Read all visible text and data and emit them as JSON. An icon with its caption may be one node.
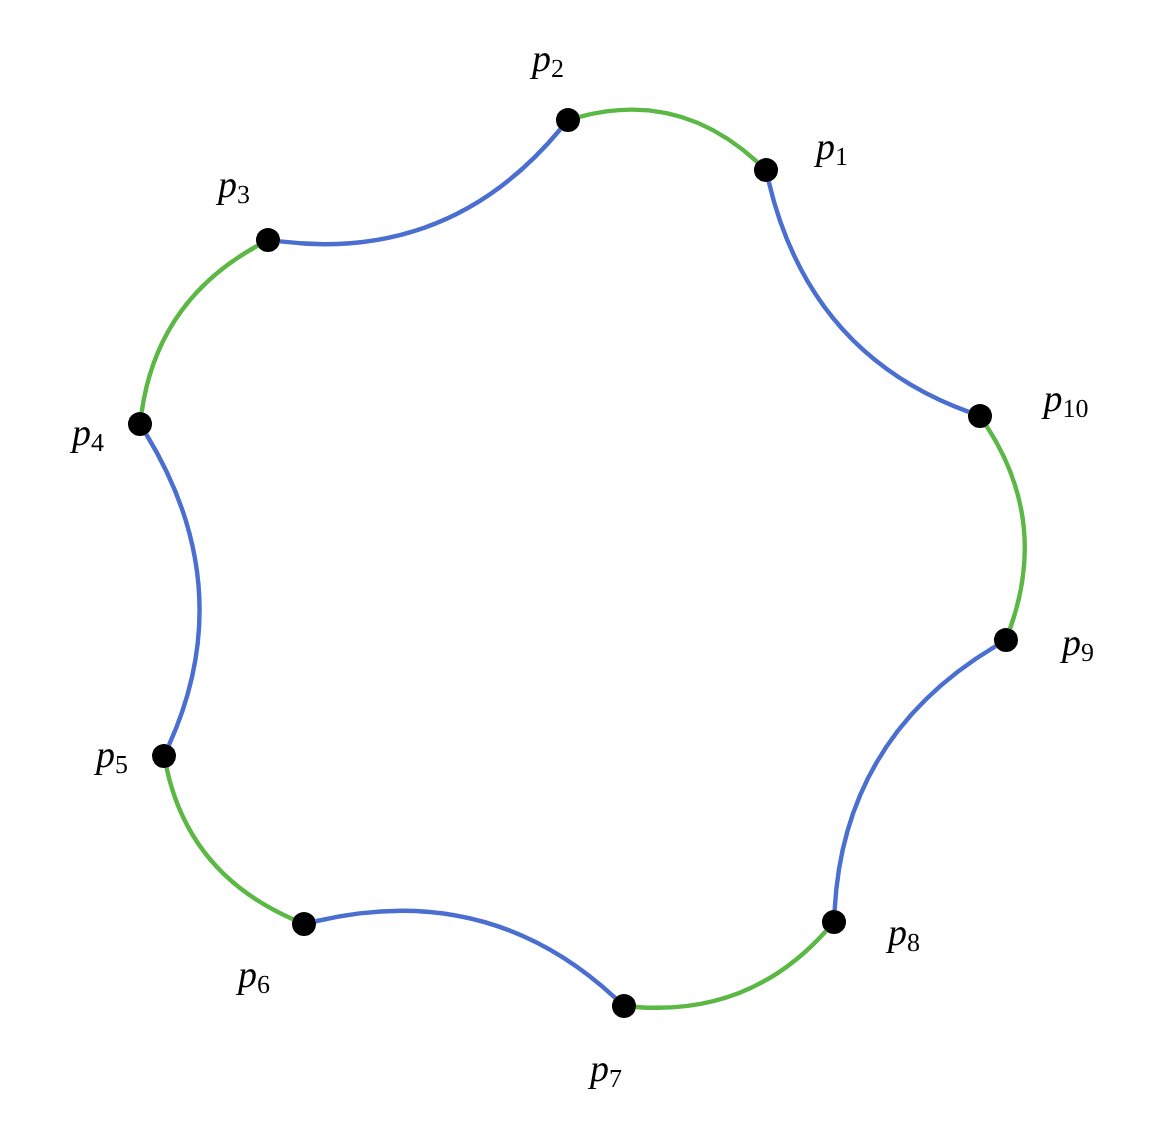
{
  "diagram": {
    "nodes": [
      {
        "text": [],
        "shape": "circle",
        "beside": [
          "*p*$_{1}$"
        ]
      },
      {
        "text": [],
        "shape": "circle",
        "beside": [
          "*p*$_{2}$"
        ]
      },
      {
        "text": [],
        "shape": "circle",
        "beside": [
          "*p*$_{3}$"
        ]
      },
      {
        "text": [],
        "shape": "circle",
        "beside": [
          "*p*$_{4}$"
        ]
      },
      {
        "text": [],
        "shape": "circle",
        "beside": [
          "*p*$_{5}$"
        ]
      },
      {
        "text": [],
        "shape": "circle",
        "beside": [
          "*p*$_{6}$"
        ]
      },
      {
        "text": [],
        "shape": "circle",
        "beside": [
          "*p*$_{7}$"
        ]
      },
      {
        "text": [],
        "shape": "circle",
        "beside": [
          "*p*$_{8}$"
        ]
      },
      {
        "text": [],
        "shape": "circle",
        "beside": [
          "*p*$_{9}$"
        ]
      },
      {
        "text": [],
        "shape": "circle",
        "beside": [
          "*p*$_{10}$"
        ]
      }
    ],
    "edges": [
      {
        "from": 0,
        "to": 1,
        "arrow": "none",
        "color": "#5bb844"
      },
      {
        "from": 1,
        "to": 2,
        "arrow": "none",
        "color": "#4a6fd0"
      },
      {
        "from": 2,
        "to": 3,
        "arrow": "none",
        "color": "#5bb844"
      },
      {
        "from": 3,
        "to": 4,
        "arrow": "none",
        "color": "#4a6fd0"
      },
      {
        "from": 4,
        "to": 5,
        "arrow": "none",
        "color": "#5bb844"
      },
      {
        "from": 5,
        "to": 6,
        "arrow": "none",
        "color": "#4a6fd0"
      },
      {
        "from": 6,
        "to": 7,
        "arrow": "none",
        "color": "#5bb844"
      },
      {
        "from": 7,
        "to": 8,
        "arrow": "none",
        "color": "#4a6fd0"
      },
      {
        "from": 8,
        "to": 9,
        "arrow": "none",
        "color": "#5bb844"
      },
      {
        "from": 9,
        "to": 0,
        "arrow": "none",
        "color": "#4a6fd0"
      }
    ]
  }
}
